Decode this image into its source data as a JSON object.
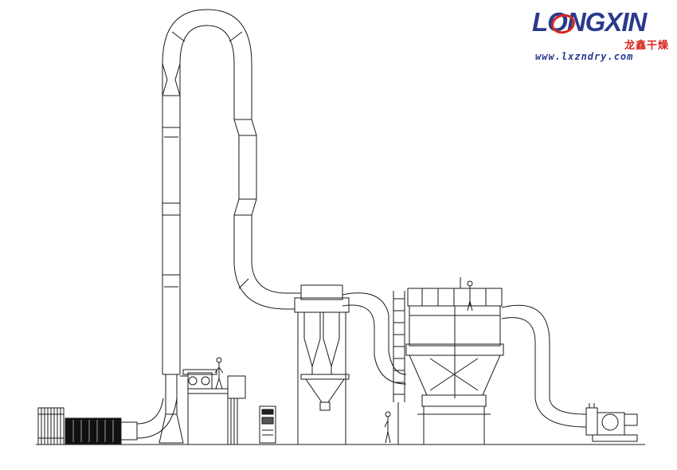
{
  "brand": {
    "name": "LONGXIN",
    "chinese": "龙鑫干燥",
    "url": "www.lxzndry.com",
    "colors": {
      "blue": "#2b3a8c",
      "red": "#d6281f"
    }
  },
  "drawing": {
    "line_color": "#1a1a1a",
    "background": "#ffffff"
  }
}
